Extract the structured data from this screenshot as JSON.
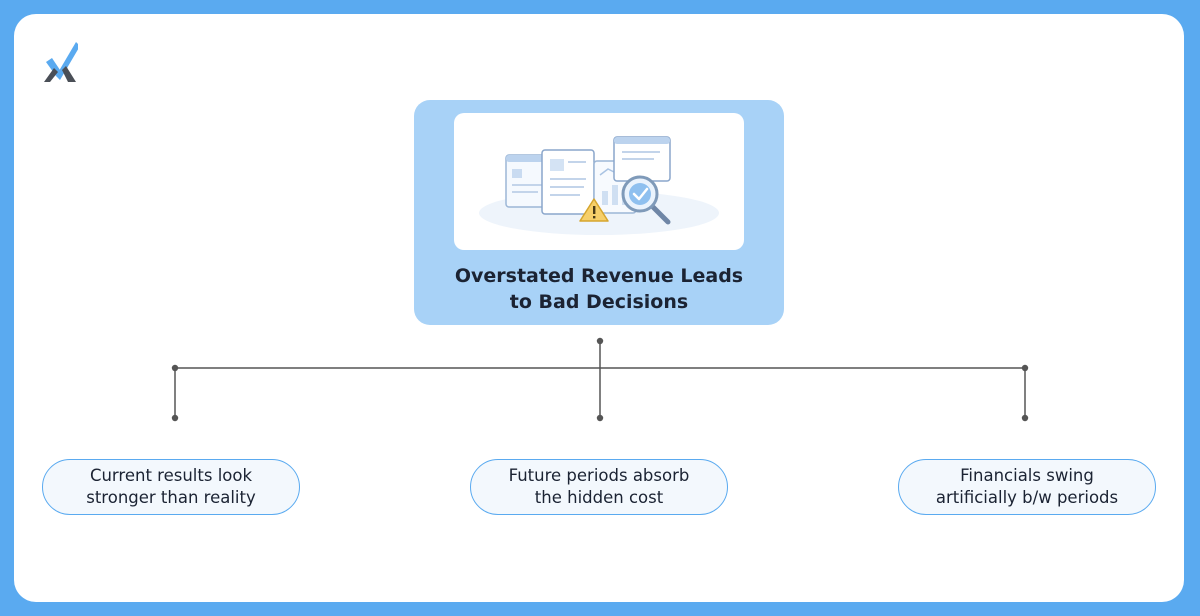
{
  "title": {
    "line1": "Overstated Revenue Leads",
    "line2": "to Bad Decisions"
  },
  "outcomes": [
    {
      "line1": "Current results look",
      "line2": "stronger than reality"
    },
    {
      "line1": "Future periods absorb",
      "line2": "the hidden cost"
    },
    {
      "line1": "Financials swing",
      "line2": "artificially b/w periods"
    }
  ],
  "icons": {
    "logo": "brand-logo-icon",
    "illustration": "documents-audit-illustration",
    "warning": "warning-icon",
    "magnifier": "magnifying-glass-check-icon"
  },
  "colors": {
    "background": "#5aaaf0",
    "hero_fill": "#a8d2f7",
    "leaf_border": "#5aaaf0",
    "connector": "#555555",
    "text": "#1b2333"
  }
}
